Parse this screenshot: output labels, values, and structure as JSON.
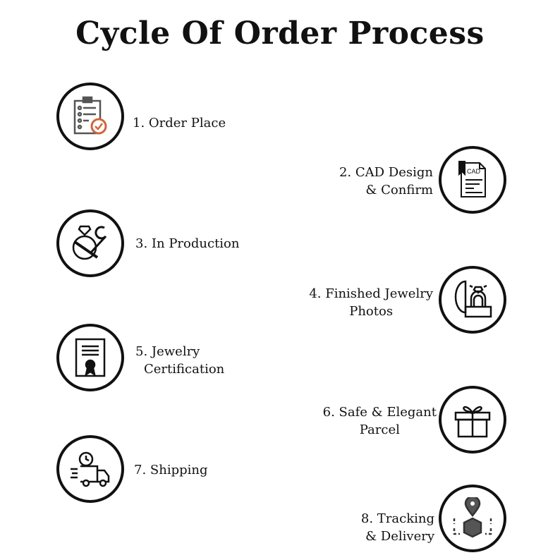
{
  "title": "Cycle Of Order Process",
  "steps": [
    {
      "line1": "1. Order Place",
      "line2": "",
      "icon": "clipboard-check-icon"
    },
    {
      "line1": "2. CAD Design",
      "line2": "& Confirm",
      "icon": "cad-document-icon"
    },
    {
      "line1": "3. In Production",
      "line2": "",
      "icon": "ring-tools-icon"
    },
    {
      "line1": "4. Finished Jewelry",
      "line2": "Photos",
      "icon": "ring-box-icon"
    },
    {
      "line1": "5.  Jewelry",
      "line2": "Certification",
      "icon": "certificate-icon"
    },
    {
      "line1": "6. Safe & Elegant",
      "line2": "Parcel",
      "icon": "gift-box-icon"
    },
    {
      "line1": "7. Shipping",
      "line2": "",
      "icon": "delivery-truck-icon"
    },
    {
      "line1": "8. Tracking",
      "line2": "& Delivery",
      "icon": "package-location-icon"
    }
  ],
  "colors": {
    "accent": "#d0653a",
    "ink": "#111111",
    "icon_gray": "#555555"
  }
}
